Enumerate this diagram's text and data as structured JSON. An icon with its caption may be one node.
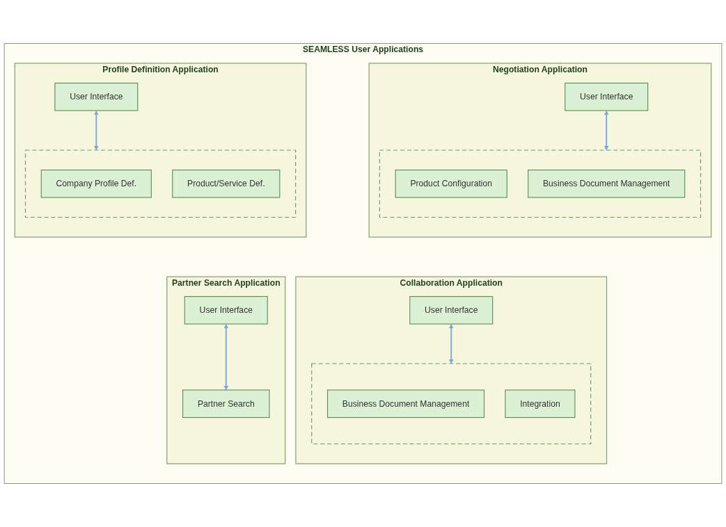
{
  "diagram": {
    "nodes": [
      {
        "text": [
          "SEAMLESS User Applications"
        ]
      },
      {
        "text": [
          "Profile Definition Application"
        ],
        "in": 0
      },
      {
        "text": [
          "User Interface"
        ],
        "in": 1
      },
      {
        "text": [],
        "shape": "box",
        "in": 1
      },
      {
        "text": [
          "Company Profile Def."
        ],
        "in": 3
      },
      {
        "text": [
          "Product/Service Def."
        ],
        "in": 3
      },
      {
        "text": [
          "Negotiation Application"
        ],
        "in": 0
      },
      {
        "text": [
          "User Interface"
        ],
        "in": 6
      },
      {
        "text": [],
        "shape": "box",
        "in": 6
      },
      {
        "text": [
          "Business Document Management"
        ],
        "in": 8
      },
      {
        "text": [
          "Product Configuration"
        ],
        "in": 8
      },
      {
        "text": [
          "Partner Search Application"
        ],
        "in": 0
      },
      {
        "text": [
          "User Interface"
        ],
        "in": 11
      },
      {
        "text": [
          "Partner Search"
        ],
        "in": 11
      },
      {
        "text": [
          "Collaboration Application"
        ],
        "in": 0
      },
      {
        "text": [
          "User Interface"
        ],
        "in": 14
      },
      {
        "text": [],
        "shape": "box",
        "in": 14
      },
      {
        "text": [
          "Business Document Management"
        ],
        "in": 16
      },
      {
        "text": [
          "Integration"
        ],
        "in": 16
      }
    ],
    "edges": [
      {
        "from": 2,
        "to": 3,
        "arrow": "both"
      },
      {
        "from": 7,
        "to": 8,
        "arrow": "both"
      },
      {
        "from": 12,
        "to": 13,
        "arrow": "both"
      },
      {
        "from": 15,
        "to": 16,
        "arrow": "both"
      }
    ]
  }
}
